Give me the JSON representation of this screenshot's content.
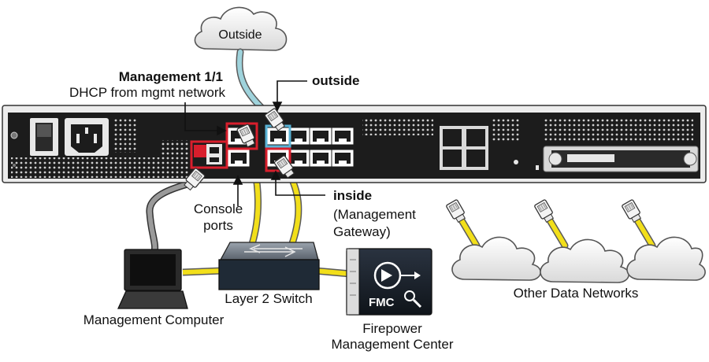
{
  "clouds": {
    "outside_label": "Outside"
  },
  "labels": {
    "management_title": "Management 1/1",
    "management_subtitle": "DHCP from mgmt network",
    "outside_port": "outside",
    "inside_port": "inside",
    "inside_sub_1": "(Management",
    "inside_sub_2": "Gateway)",
    "console_1": "Console",
    "console_2": "ports",
    "switch": "Layer 2 Switch",
    "computer": "Management Computer",
    "fmc_1": "Firepower",
    "fmc_2": "Management Center",
    "fmc_badge": "FMC",
    "data_networks": "Other Data Networks"
  },
  "colors": {
    "cable_yellow": "#f2df1a",
    "cable_blue": "#9fd3dc",
    "cable_gray": "#7a7a7a",
    "highlight_red": "#d81e2c",
    "highlight_blue": "#5ab3d6",
    "chassis": "#1c1c1c",
    "cloud_fill": "#eeeeee"
  }
}
